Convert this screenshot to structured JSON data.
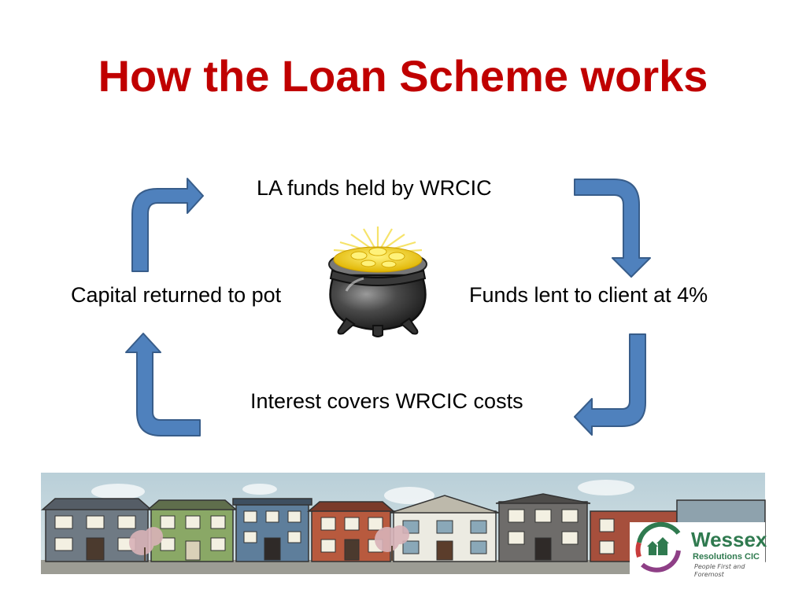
{
  "title": "How the Loan Scheme works",
  "cycle": {
    "top": "LA funds held by WRCIC",
    "right": "Funds lent to client at 4%",
    "bottom": "Interest covers WRCIC costs",
    "left": "Capital returned to pot"
  },
  "logo": {
    "name": "Wessex",
    "subtitle": "Resolutions CIC",
    "tagline": "People First and Foremost"
  },
  "colors": {
    "title": "#c00000",
    "arrow_fill": "#4f81bd",
    "arrow_stroke": "#385d8a",
    "logo_green": "#2f7a4f"
  },
  "icons": [
    "pot-of-gold-icon",
    "curved-arrow-icon",
    "houses-illustration"
  ]
}
